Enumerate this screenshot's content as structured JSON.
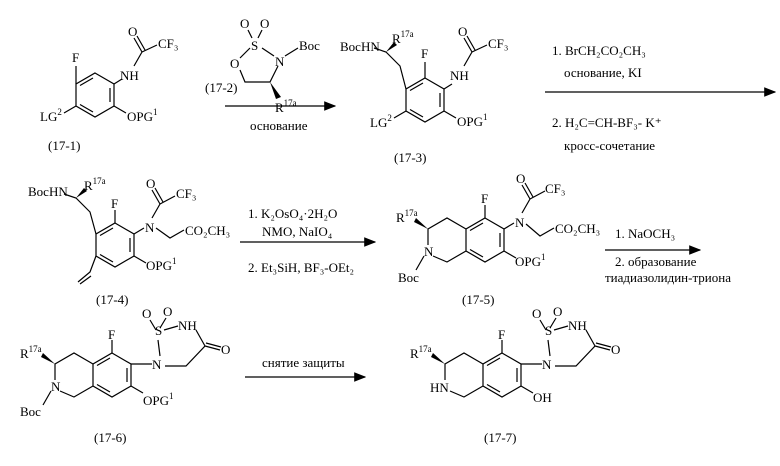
{
  "scheme": {
    "c17_1": {
      "label": "(17-1)",
      "F": "F",
      "NH": "NH",
      "O": "O",
      "CF3": "CF₃",
      "LG": "LG",
      "LG_sup": "2",
      "OPG": "OPG",
      "OPG_sup": "1"
    },
    "c17_2": {
      "label": "(17-2)",
      "S": "S",
      "O_ring": "O",
      "N": "N",
      "Boc": "Boc",
      "O1": "O",
      "O2": "O",
      "R": "R",
      "R_sup": "17a"
    },
    "c17_3": {
      "label": "(17-3)",
      "BocHN": "BocHN",
      "R": "R",
      "R_sup": "17a",
      "F": "F",
      "NH": "NH",
      "O": "O",
      "CF3": "CF₃",
      "LG": "LG",
      "LG_sup": "2",
      "OPG": "OPG",
      "OPG_sup": "1"
    },
    "c17_4": {
      "label": "(17-4)",
      "BocHN": "BocHN",
      "R": "R",
      "R_sup": "17a",
      "F": "F",
      "N": "N",
      "O": "O",
      "CF3": "CF₃",
      "CO2CH3": "CO₂CH₃",
      "OPG": "OPG",
      "OPG_sup": "1"
    },
    "c17_5": {
      "label": "(17-5)",
      "R": "R",
      "R_sup": "17a",
      "N": "N",
      "Boc": "Boc",
      "F": "F",
      "N2": "N",
      "O": "O",
      "CF3": "CF₃",
      "CO2CH3": "CO₂CH₃",
      "OPG": "OPG",
      "OPG_sup": "1"
    },
    "c17_6": {
      "label": "(17-6)",
      "R": "R",
      "R_sup": "17a",
      "N": "N",
      "Boc": "Boc",
      "F": "F",
      "N2": "N",
      "S": "S",
      "O1": "O",
      "O2": "O",
      "NH": "NH",
      "O3": "O",
      "OPG": "OPG",
      "OPG_sup": "1"
    },
    "c17_7": {
      "label": "(17-7)",
      "R": "R",
      "R_sup": "17a",
      "HN": "HN",
      "F": "F",
      "N2": "N",
      "S": "S",
      "O1": "O",
      "O2": "O",
      "NH": "NH",
      "O3": "O",
      "OH": "OH"
    }
  },
  "steps": {
    "step1": {
      "below": "основание"
    },
    "step2": {
      "line1": "1. BrCH₂CO₂CH₃",
      "line2": "основание, KI",
      "line3": "2. H₂C=CH-BF₃- K⁺",
      "line4": "кросс-сочетание"
    },
    "step3": {
      "line1": "1.  K₂OsO₄·2H₂O",
      "line2": "NMO, NaIO₄",
      "line3": "2.  Et₃SiH, BF₃-OEt₂"
    },
    "step4": {
      "line1": "1.  NaOCH₃",
      "line2": "2. образование",
      "line3": "тиадиазолидин-триона"
    },
    "step5": {
      "above": "снятие защиты"
    }
  }
}
